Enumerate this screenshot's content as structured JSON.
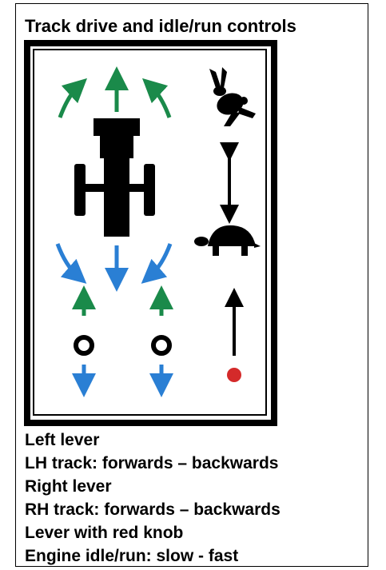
{
  "title": "Track drive and idle/run controls",
  "legend": [
    "Left lever",
    "LH track: forwards – backwards",
    "Right lever",
    "RH track: forwards – backwards",
    "Lever with red knob",
    "Engine idle/run: slow - fast"
  ],
  "icons": {
    "fast": "rabbit-icon",
    "slow": "turtle-icon",
    "vehicle": "tracked-vehicle-icon"
  },
  "colors": {
    "forward": "#1a8a4a",
    "backward": "#2a7fd4",
    "knob": "#d42a2a",
    "ink": "#000000"
  }
}
